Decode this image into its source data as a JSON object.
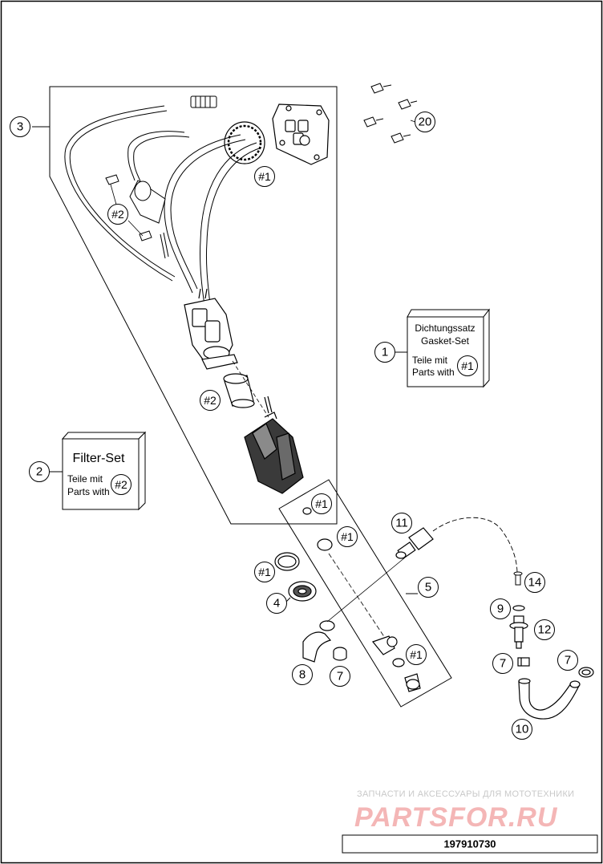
{
  "diagram": {
    "callouts": [
      {
        "id": "c1",
        "label": "1"
      },
      {
        "id": "c2",
        "label": "2"
      },
      {
        "id": "c3",
        "label": "3"
      },
      {
        "id": "c4",
        "label": "4"
      },
      {
        "id": "c5",
        "label": "5"
      },
      {
        "id": "c7a",
        "label": "7"
      },
      {
        "id": "c7b",
        "label": "7"
      },
      {
        "id": "c7c",
        "label": "7"
      },
      {
        "id": "c8",
        "label": "8"
      },
      {
        "id": "c9",
        "label": "9"
      },
      {
        "id": "c10",
        "label": "10"
      },
      {
        "id": "c11",
        "label": "11"
      },
      {
        "id": "c12",
        "label": "12"
      },
      {
        "id": "c14",
        "label": "14"
      },
      {
        "id": "c20",
        "label": "20"
      }
    ],
    "refs": [
      {
        "id": "r1a",
        "label": "#1"
      },
      {
        "id": "r1b",
        "label": "#1"
      },
      {
        "id": "r1c",
        "label": "#1"
      },
      {
        "id": "r1d",
        "label": "#1"
      },
      {
        "id": "r1e",
        "label": "#1"
      },
      {
        "id": "r1f",
        "label": "#1"
      },
      {
        "id": "r2a",
        "label": "#2"
      },
      {
        "id": "r2b",
        "label": "#2"
      },
      {
        "id": "r2c",
        "label": "#2"
      }
    ],
    "gasket_box": {
      "line1": "Dichtungssatz",
      "line2": "Gasket-Set",
      "line3": "Teile mit",
      "line4": "Parts with"
    },
    "filter_box": {
      "title": "Filter-Set",
      "line3": "Teile mit",
      "line4": "Parts with"
    }
  },
  "watermark": {
    "tagline": "ЗАПЧАСТИ И АКСЕССУАРЫ ДЛЯ МОТОТЕХНИКИ",
    "brand": "PARTSFOR.RU"
  },
  "footer": {
    "drawing_code": "197910730"
  }
}
